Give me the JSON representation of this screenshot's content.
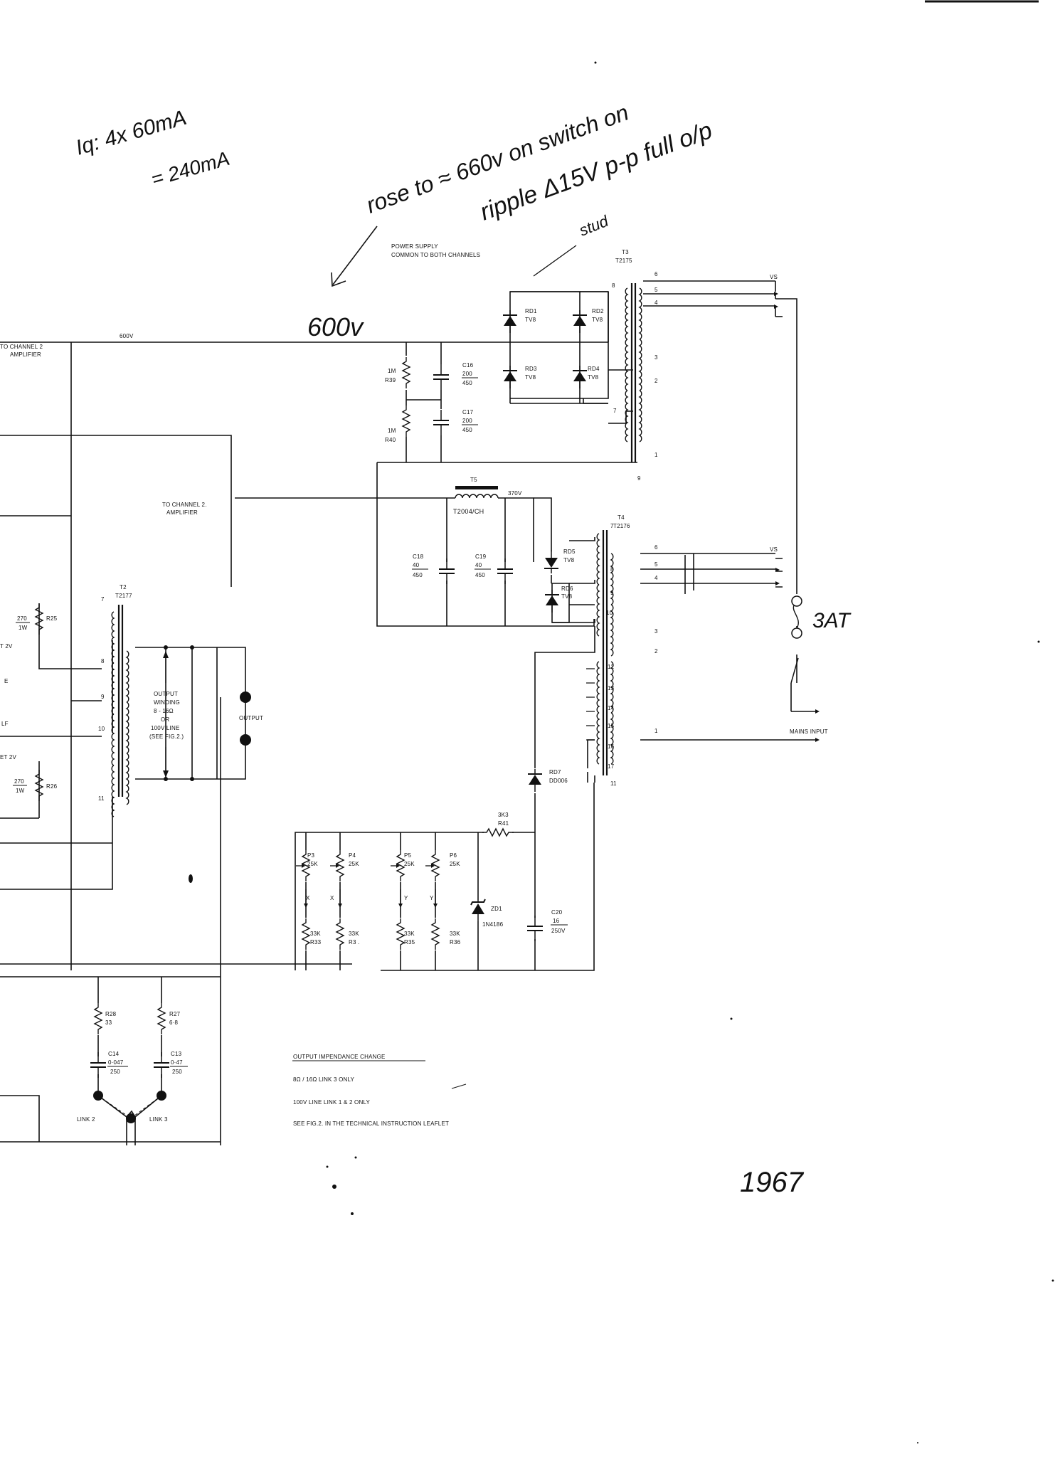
{
  "supply": {
    "title_line1": "POWER SUPPLY",
    "title_line2": "COMMON TO BOTH CHANNELS",
    "to_ch2_top_1": "TO CHANNEL 2",
    "to_ch2_top_2": "AMPLIFIER",
    "to_ch2_mid_1": "TO CHANNEL 2.",
    "to_ch2_mid_2": "AMPLIFIER",
    "rail_600": "600V",
    "rail_370": "370V",
    "vs_top": "VS",
    "vs_mid": "VS",
    "mains": "MAINS INPUT",
    "output": "OUTPUT"
  },
  "components": {
    "rd1": "RD1",
    "rd1_type": "TV8",
    "rd2": "RD2",
    "rd2_type": "TV8",
    "rd3": "RD3",
    "rd3_type": "TV8",
    "rd4": "RD4",
    "rd4_type": "TV8",
    "rd5": "RD5",
    "rd5_type": "TV8",
    "rd6": "RD6",
    "rd6_type": "TV8",
    "rd7": "RD7",
    "rd7_type": "DD006",
    "r39_v": "1M",
    "r39": "R39",
    "r40_v": "1M",
    "r40": "R40",
    "c16": "C16",
    "c16_v1": "200",
    "c16_v2": "450",
    "c17": "C17",
    "c17_v1": "200",
    "c17_v2": "450",
    "c18": "C18",
    "c18_v1": "40",
    "c18_v2": "450",
    "c19": "C19",
    "c19_v1": "40",
    "c19_v2": "450",
    "c20": "C20",
    "c20_v1": "16",
    "c20_v2": "250V",
    "t5": "T5",
    "t5_type": "T2004/CH",
    "t3": "T3",
    "t3_type": "T2175",
    "t4": "T4",
    "t4_type": "T2176",
    "t2": "T2",
    "t2_type": "T2177",
    "r41_v": "3K3",
    "r41": "R41",
    "zd1": "ZD1",
    "zd1_type": "1N4186",
    "p3": "P3",
    "p3_v": "25K",
    "p3_t": "X",
    "p4": "P4",
    "p4_v": "25K",
    "p4_t": "X",
    "p5": "P5",
    "p5_v": "25K",
    "p5_t": "Y",
    "p6": "P6",
    "p6_v": "25K",
    "p6_t": "Y",
    "r33_v": "33K",
    "r33": "R33",
    "r34_v": "33K",
    "r34": "R3 .",
    "r35_v": "33K",
    "r35": "R35",
    "r36_v": "33K",
    "r36": "R36",
    "r25_v1": "270",
    "r25_v2": "1W",
    "r25": "R25",
    "r26_v1": "270",
    "r26_v2": "1W",
    "r26": "R26",
    "r28": "R28",
    "r28_v": "33",
    "r27": "R27",
    "r27_v": "6·8",
    "c14": "C14",
    "c14_v1": "0·047",
    "c14_v2": "250",
    "c13": "C13",
    "c13_v1": "0·47",
    "c13_v2": "250",
    "link2": "LINK 2",
    "link3": "LINK 3",
    "out_winding_1": "OUTPUT",
    "out_winding_2": "WINDING",
    "out_winding_3": "8 - 16Ω",
    "out_winding_4": "OR",
    "out_winding_5": "100V LINE",
    "out_winding_6": "(SEE FIG.2.)",
    "edge_t2v": "T 2V",
    "edge_e": "E",
    "edge_lf": "LF",
    "edge_et2v": "ET 2V"
  },
  "pins": {
    "t3_8": "8",
    "t3_6": "6",
    "t3_5": "5",
    "t3_4": "4",
    "t3_3": "3",
    "t3_2": "2",
    "t3_7": "7",
    "t3_1": "1",
    "t3_9": "9",
    "t4_7": "7",
    "t4_8": "8",
    "t4_9": "9",
    "t4_10": "10",
    "t4_6": "6",
    "t4_5": "5",
    "t4_4": "4",
    "t4_3": "3",
    "t4_2": "2",
    "t4_12": "12",
    "t4_13": "13",
    "t4_14": "14",
    "t4_15": "15",
    "t4_16": "16",
    "t4_17": "17",
    "t4_1": "1",
    "t4_11": "11",
    "t2_7": "7",
    "t2_8": "8",
    "t2_9": "9",
    "t2_10": "10",
    "t2_11": "11"
  },
  "notes": {
    "impedance_title": "OUTPUT IMPENDANCE CHANGE",
    "impedance_1": "8Ω / 16Ω LINK 3 ONLY",
    "impedance_2": "100V LINE LINK 1 & 2 ONLY",
    "impedance_3": "SEE FIG.2. IN THE TECHNICAL INSTRUCTION LEAFLET"
  },
  "handwritten": {
    "iq_1": "Iq: 4x 60mA",
    "iq_2": "= 240mA",
    "rose_1": "rose to ≈ 660v on switch on",
    "rose_2": "ripple Δ15V p-p full o/p",
    "stud": "stud",
    "v600": "600v",
    "fuse": "3AT",
    "year": "1967"
  },
  "colors": {
    "ink": "#111111",
    "paper": "#ffffff"
  }
}
